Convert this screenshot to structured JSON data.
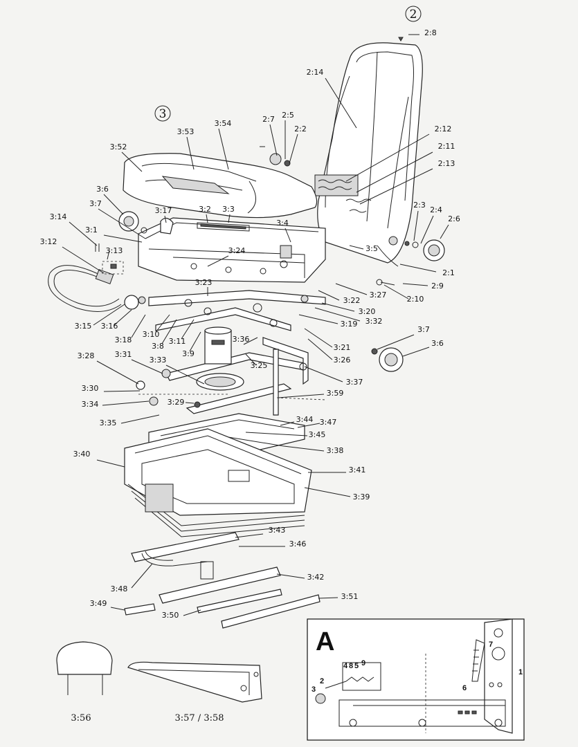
{
  "group_markers": [
    "2",
    "3"
  ],
  "labels": [
    "2:8",
    "2:14",
    "2:7",
    "2:5",
    "2:2",
    "2:12",
    "2:11",
    "2:13",
    "2:3",
    "2:4",
    "2:6",
    "2:1",
    "2:9",
    "2:10",
    "3:53",
    "3:54",
    "3:52",
    "3:6",
    "3:7",
    "3:17",
    "3:2",
    "3:3",
    "3:14",
    "3:1",
    "3:4",
    "3:12",
    "3:13",
    "3:24",
    "3:5",
    "3:23",
    "3:22",
    "3:27",
    "3:20",
    "3:32",
    "3:19",
    "3:15",
    "3:16",
    "3:18",
    "3:10",
    "3:8",
    "3:11",
    "3:9",
    "3:36",
    "3:21",
    "3:26",
    "3:7",
    "3:6",
    "3:28",
    "3:31",
    "3:33",
    "3:25",
    "3:37",
    "3:30",
    "3:59",
    "3:34",
    "3:29",
    "3:35",
    "3:44",
    "3:47",
    "3:45",
    "3:38",
    "3:40",
    "3:41",
    "3:39",
    "3:43",
    "3:46",
    "3:42",
    "3:48",
    "3:49",
    "3:50",
    "3:51"
  ],
  "bottom_captions": {
    "headrest": "3:56",
    "armrest": "3:57 / 3:58"
  },
  "inset": {
    "title": "A",
    "numbers": [
      "1",
      "2",
      "3",
      "4",
      "5",
      "6",
      "7",
      "8",
      "9"
    ]
  }
}
